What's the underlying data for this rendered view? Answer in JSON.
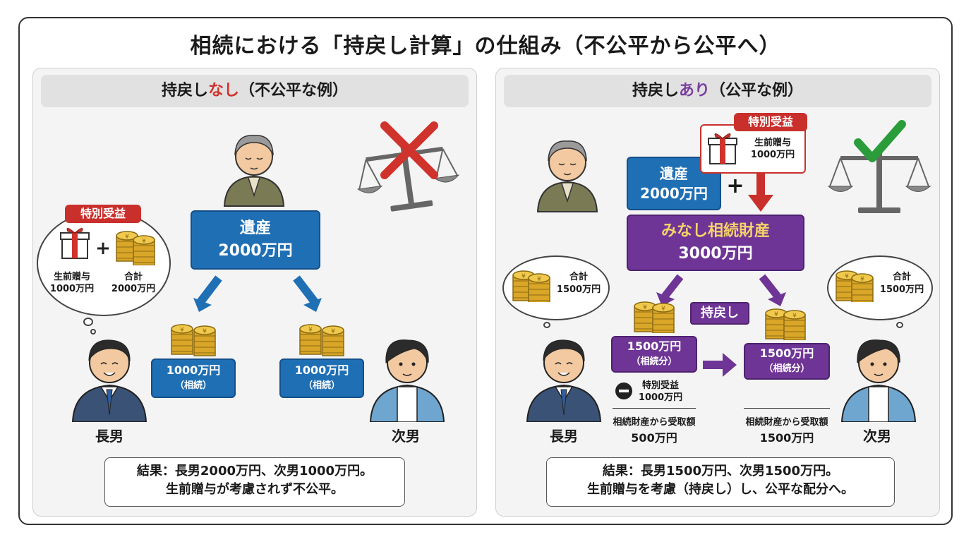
{
  "title": "相続における「持戻し計算」の仕組み（不公平から公平へ）",
  "left": {
    "heading_a": "持戻し",
    "heading_b": "なし",
    "heading_c": "（不公平な例）",
    "estate_l1": "遺産",
    "estate_l2": "2000万円",
    "bubble_badge": "特別受益",
    "bubble_gift_l1": "生前贈与",
    "bubble_gift_l2": "1000万円",
    "bubble_total_l1": "合計",
    "bubble_total_l2": "2000万円",
    "share1_l1": "1000万円",
    "share1_l2": "（相続）",
    "share2_l1": "1000万円",
    "share2_l2": "（相続）",
    "son1": "長男",
    "son2": "次男",
    "result_l1": "結果：長男2000万円、次男1000万円。",
    "result_l2": "生前贈与が考慮されず不公平。"
  },
  "right": {
    "heading_a": "持戻し",
    "heading_b": "あり",
    "heading_c": "（公平な例）",
    "estate_l1": "遺産",
    "estate_l2": "2000万円",
    "badge": "特別受益",
    "gift_l1": "生前贈与",
    "gift_l2": "1000万円",
    "deemed_l1": "みなし相続財産",
    "deemed_l2": "3000万円",
    "bubble1_l1": "合計",
    "bubble1_l2": "1500万円",
    "bubble2_l1": "合計",
    "bubble2_l2": "1500万円",
    "mochimodoshi": "持戻し",
    "share1_l1": "1500万円",
    "share1_l2": "（相続分）",
    "share2_l1": "1500万円",
    "share2_l2": "（相続分）",
    "minus_l1": "特別受益",
    "minus_l2": "1000万円",
    "recv1_l1": "相続財産から受取額",
    "recv1_l2": "500万円",
    "recv2_l1": "相続財産から受取額",
    "recv2_l2": "1500万円",
    "son1": "長男",
    "son2": "次男",
    "result_l1": "結果：長男1500万円、次男1500万円。",
    "result_l2": "生前贈与を考慮（持戻し）し、公平な配分へ。"
  },
  "plus": "+",
  "colors": {
    "blue": "#1f6fb5",
    "purple": "#6f3596",
    "red": "#c9302c",
    "green": "#2a9d3a",
    "gold": "#e0b23a"
  }
}
